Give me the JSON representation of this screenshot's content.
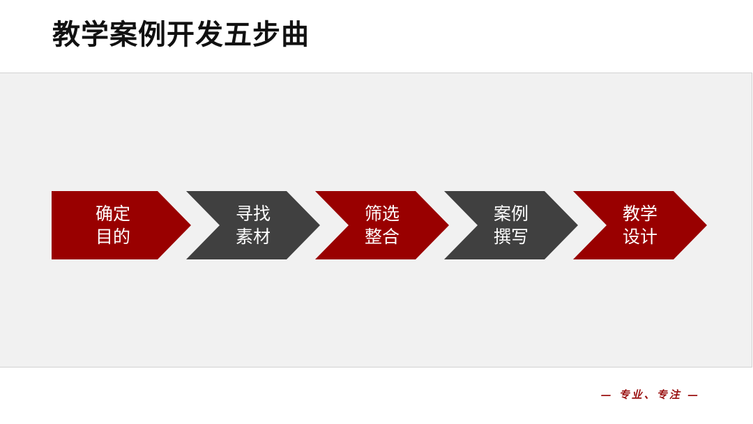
{
  "title": "教学案例开发五步曲",
  "steps": [
    {
      "line1": "确定",
      "line2": "目的",
      "color": "#990000"
    },
    {
      "line1": "寻找",
      "line2": "素材",
      "color": "#404040"
    },
    {
      "line1": "筛选",
      "line2": "整合",
      "color": "#990000"
    },
    {
      "line1": "案例",
      "line2": "撰写",
      "color": "#404040"
    },
    {
      "line1": "教学",
      "line2": "设计",
      "color": "#990000"
    }
  ],
  "footer": "— 专业、专注 —"
}
